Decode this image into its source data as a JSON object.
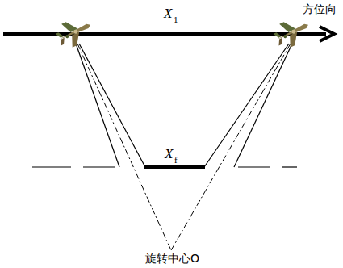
{
  "diagram": {
    "labels": [
      "X",
      "1",
      "方位向",
      "X",
      "f",
      "旋转中心O"
    ]
  }
}
